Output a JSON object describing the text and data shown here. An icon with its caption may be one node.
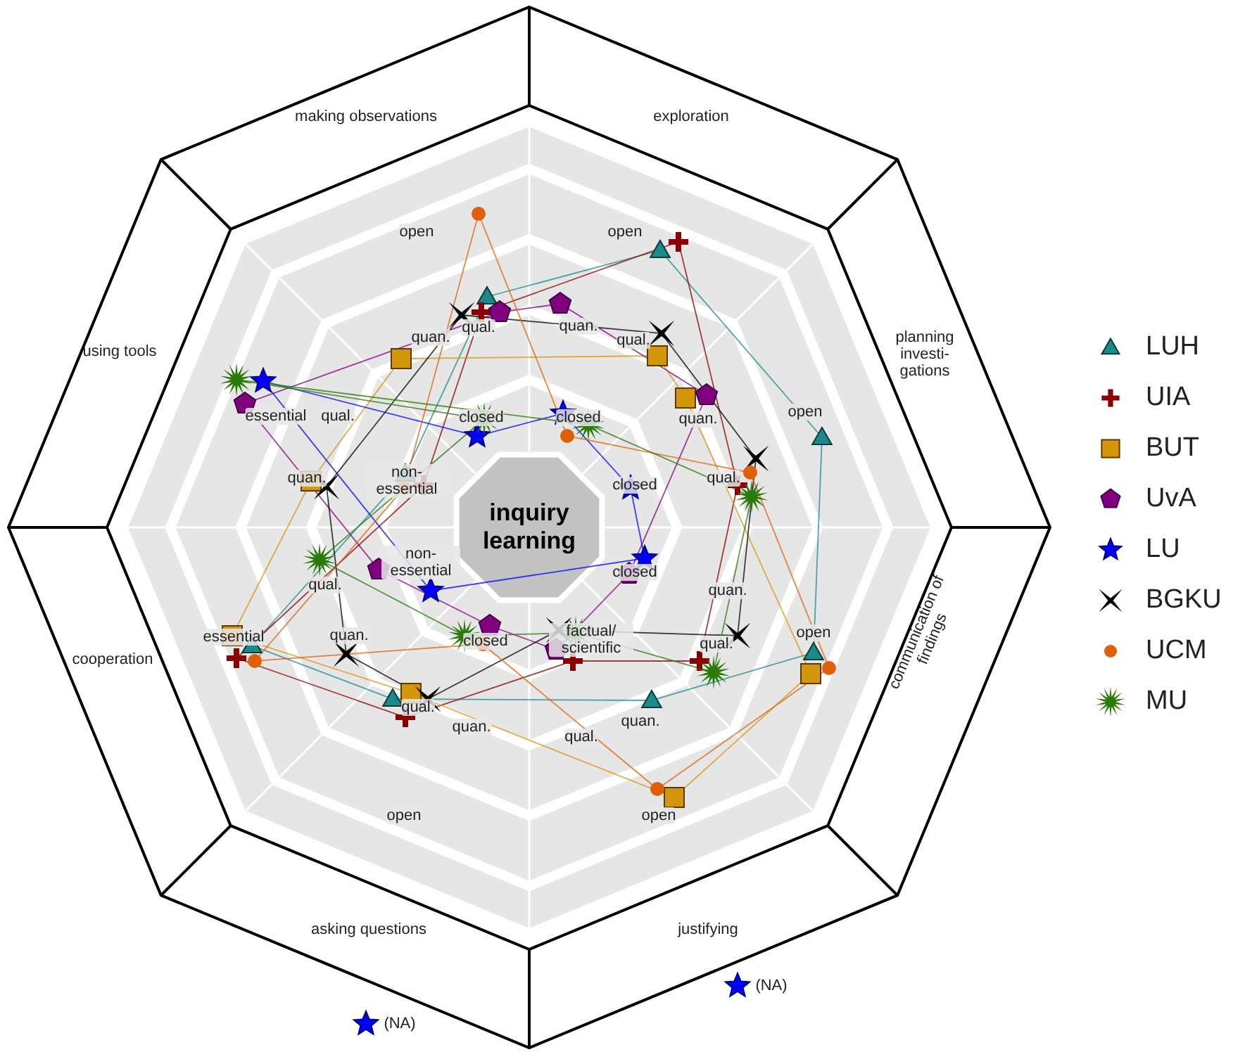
{
  "diagram": {
    "labels": [
      "making observations",
      "exploration",
      "open",
      "open",
      "planning investi- gations",
      "using tools",
      "quan.",
      "qual.",
      "quan.",
      "qual.",
      "essential",
      "qual.",
      "closed",
      "closed",
      "quan.",
      "open",
      "quan.",
      "non- essential",
      "closed",
      "qual.",
      "inquiry learning",
      "non- essential",
      "closed",
      "qual.",
      "quan.",
      "essential",
      "quan.",
      "closed",
      "factual/ scientific",
      "qual.",
      "open",
      "communication of findings",
      "cooperation",
      "qual.",
      "quan.",
      "quan.",
      "qual.",
      "open",
      "open",
      "asking questions",
      "justifying",
      "(NA)",
      "(NA)"
    ],
    "legend": [
      {
        "text": "LUH"
      },
      {
        "text": "UIA"
      },
      {
        "text": "BUT"
      },
      {
        "text": "UvA"
      },
      {
        "text": "LU"
      },
      {
        "text": "BGKU"
      },
      {
        "text": "UCM"
      },
      {
        "text": "MU"
      }
    ]
  }
}
